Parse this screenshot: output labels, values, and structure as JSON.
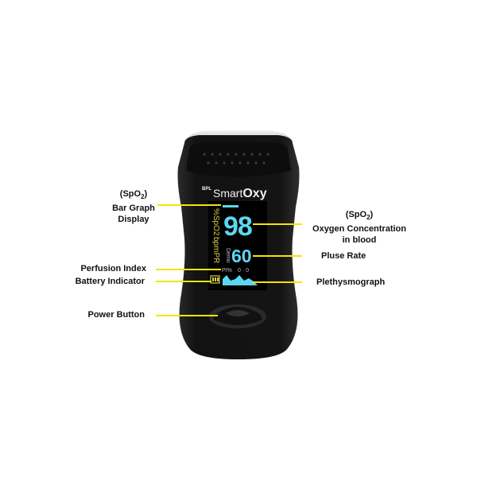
{
  "labels": {
    "bar_graph": {
      "line1": "(SpO",
      "sub": "2",
      "line1_end": ")",
      "line2": "Bar Graph",
      "line3": "Display"
    },
    "oxygen": {
      "line1": "(SpO",
      "sub": "2",
      "line1_end": ")",
      "line2": "Oxygen Concentration",
      "line3": "in blood"
    },
    "perfusion_index": "Perfusion Index",
    "battery_indicator": "Battery Indicator",
    "power_button": "Power Button",
    "pulse_rate": "Pluse Rate",
    "plethysmograph": "Plethysmograph"
  },
  "device": {
    "brand_prefix": "BPL",
    "brand_name": "Smart",
    "brand_suffix": "Oxy",
    "spo2_reading": "98",
    "pulse_reading": "60",
    "spo2_unit": "%SpO2",
    "pr_unit": "bpmPR",
    "demo_text": "Demo",
    "pi_text": "PI%",
    "pi_value": "0 · 0"
  },
  "colors": {
    "leader_line": "#f3e600",
    "reading": "#5cd7f0",
    "device_body": "#1a1a1a"
  }
}
